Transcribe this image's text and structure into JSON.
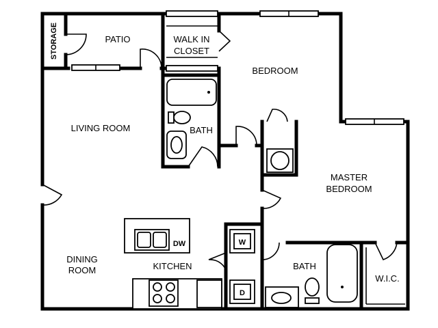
{
  "rooms": {
    "storage": "STORAGE",
    "patio": "PATIO",
    "walk_in_closet_1": "WALK IN",
    "walk_in_closet_2": "CLOSET",
    "bedroom": "BEDROOM",
    "living_room": "LIVING ROOM",
    "bath_1": "BATH",
    "master_bedroom_1": "MASTER",
    "master_bedroom_2": "BEDROOM",
    "dining_room_1": "DINING",
    "dining_room_2": "ROOM",
    "kitchen": "KITCHEN",
    "bath_2": "BATH",
    "wic": "W.I.C."
  },
  "appliances": {
    "dishwasher": "DW",
    "washer": "W",
    "dryer": "D"
  }
}
